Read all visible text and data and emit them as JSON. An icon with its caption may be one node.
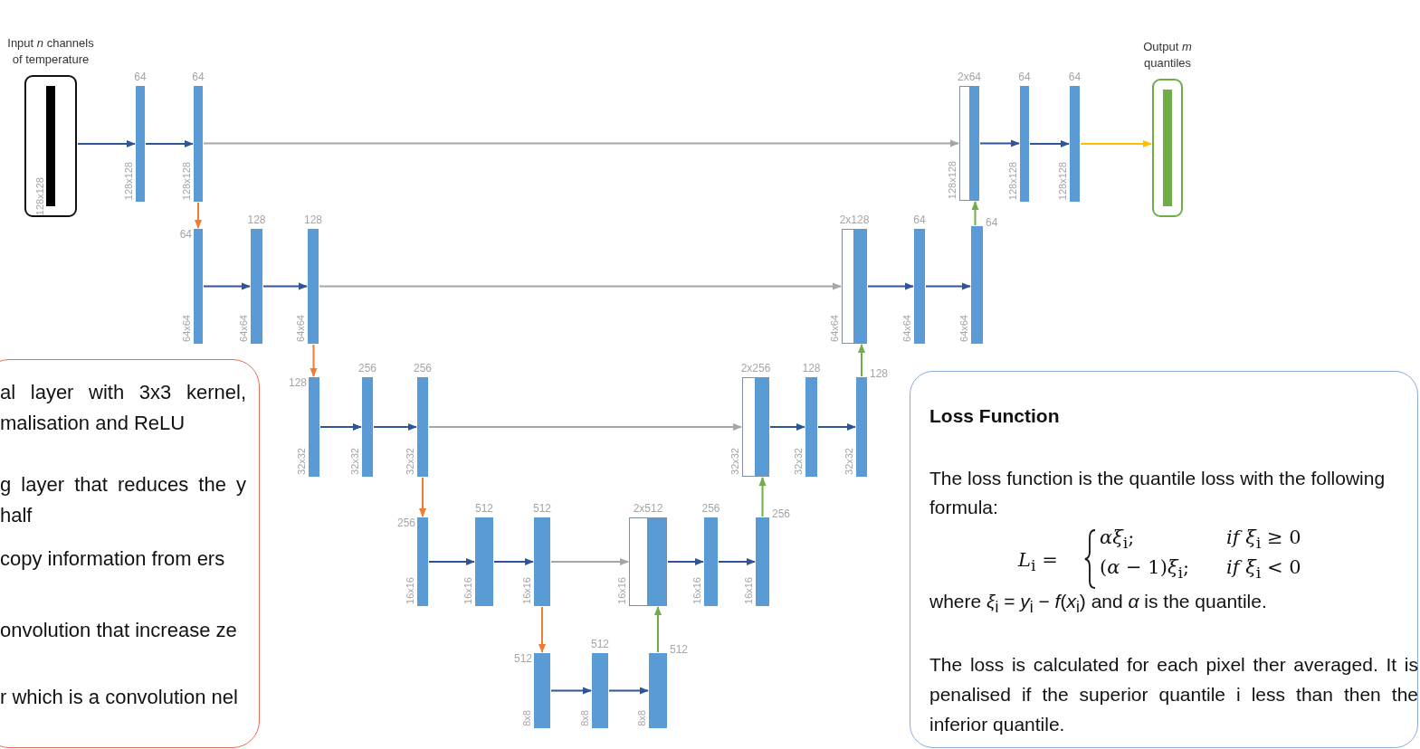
{
  "diagram": {
    "nodes": [
      {
        "text": [
          "Input *n* channels of temperature",
          "128x128"
        ]
      },
      {
        "text": [
          "64"
        ],
        "beside": [
          "128x128"
        ]
      },
      {
        "text": [
          "64"
        ],
        "beside": [
          "128x128"
        ]
      },
      {
        "text": [
          "2x64"
        ],
        "beside": [
          "128x128"
        ]
      },
      {
        "text": [
          "64"
        ],
        "beside": [
          "128x128"
        ]
      },
      {
        "text": [
          "64"
        ],
        "beside": [
          "128x128"
        ]
      },
      {
        "text": [
          "Output *m* quantiles"
        ]
      },
      {
        "text": [
          "64"
        ],
        "beside": [
          "64x64"
        ]
      },
      {
        "text": [
          "128"
        ],
        "beside": [
          "64x64"
        ]
      },
      {
        "text": [
          "128"
        ],
        "beside": [
          "64x64"
        ]
      },
      {
        "text": [
          "2x128"
        ],
        "beside": [
          "64x64"
        ]
      },
      {
        "text": [
          "64"
        ],
        "beside": [
          "64x64"
        ]
      },
      {
        "text": [
          "64"
        ],
        "beside": [
          "64x64"
        ]
      },
      {
        "text": [
          "al layer with 3x3 kernel, malisation and ReLU",
          "g layer that reduces the y half",
          "copy information from ers",
          "onvolution that increase ze",
          "r which is a convolution nel"
        ]
      },
      {
        "text": [
          "128"
        ],
        "beside": [
          "32x32"
        ]
      },
      {
        "text": [
          "256"
        ],
        "beside": [
          "32x32"
        ]
      },
      {
        "text": [
          "256"
        ],
        "beside": [
          "32x32"
        ]
      },
      {
        "text": [
          "2x256"
        ],
        "beside": [
          "32x32"
        ]
      },
      {
        "text": [
          "128"
        ],
        "beside": [
          "32x32"
        ]
      },
      {
        "text": [
          "128"
        ],
        "beside": [
          "32x32"
        ]
      },
      {
        "text": [
          "Loss Function",
          "The loss function is the quantile loss with the following formula:",
          "*L*$_{i}$ =",
          "*αξ*$_{i}$;",
          "*if ξ*$_{i}$ ≥ 0",
          "(*α* − 1)*ξ*$_{i}$;",
          "*if ξ*$_{i}$ < 0",
          "where *ξ*$_{i}$ = *y*$_{i}$ − *f*(*x*$_{i}$) and *α* is the quantile.",
          "The loss is calculated for each pixel ther averaged. It is penalised if the superior quantile i less than then the inferior quantile."
        ]
      },
      {
        "text": [
          "256"
        ],
        "beside": [
          "16x16"
        ]
      },
      {
        "text": [
          "512"
        ],
        "beside": [
          "16x16"
        ]
      },
      {
        "text": [
          "512"
        ],
        "beside": [
          "16x16"
        ]
      },
      {
        "text": [
          "2x512"
        ],
        "beside": [
          "16x16"
        ]
      },
      {
        "text": [
          "256"
        ],
        "beside": [
          "16x16"
        ]
      },
      {
        "text": [
          "256"
        ],
        "beside": [
          "16x16"
        ]
      },
      {
        "text": [
          "512"
        ],
        "beside": [
          "8x8"
        ]
      },
      {
        "text": [
          "512"
        ],
        "beside": [
          "8x8"
        ]
      },
      {
        "text": [
          "512"
        ],
        "beside": [
          "8x8"
        ]
      }
    ],
    "edges": [
      {
        "from": 0,
        "to": 1,
        "arrow": "to"
      },
      {
        "from": 1,
        "to": 2,
        "arrow": "to"
      },
      {
        "from": 2,
        "to": 7,
        "arrow": "to",
        "color": "#ed7d31"
      },
      {
        "from": 7,
        "to": 8,
        "arrow": "to"
      },
      {
        "from": 8,
        "to": 9,
        "arrow": "to"
      },
      {
        "from": 9,
        "to": 14,
        "arrow": "to",
        "color": "#ed7d31"
      },
      {
        "from": 14,
        "to": 15,
        "arrow": "to"
      },
      {
        "from": 15,
        "to": 16,
        "arrow": "to"
      },
      {
        "from": 16,
        "to": 21,
        "arrow": "to",
        "color": "#ed7d31"
      },
      {
        "from": 21,
        "to": 22,
        "arrow": "to"
      },
      {
        "from": 22,
        "to": 23,
        "arrow": "to"
      },
      {
        "from": 23,
        "to": 27,
        "arrow": "to",
        "color": "#ed7d31"
      },
      {
        "from": 27,
        "to": 28,
        "arrow": "to"
      },
      {
        "from": 28,
        "to": 29,
        "arrow": "to"
      },
      {
        "from": 29,
        "to": 24,
        "arrow": "to",
        "color": "#70ad47"
      },
      {
        "from": 23,
        "to": 24,
        "arrow": "to",
        "color": "#a6a6a6"
      },
      {
        "from": 24,
        "to": 25,
        "arrow": "to"
      },
      {
        "from": 25,
        "to": 26,
        "arrow": "to"
      },
      {
        "from": 26,
        "to": 17,
        "arrow": "to",
        "color": "#70ad47"
      },
      {
        "from": 16,
        "to": 17,
        "arrow": "to",
        "color": "#a6a6a6"
      },
      {
        "from": 17,
        "to": 18,
        "arrow": "to"
      },
      {
        "from": 18,
        "to": 19,
        "arrow": "to"
      },
      {
        "from": 19,
        "to": 10,
        "arrow": "to",
        "color": "#70ad47"
      },
      {
        "from": 9,
        "to": 10,
        "arrow": "to",
        "color": "#a6a6a6"
      },
      {
        "from": 10,
        "to": 11,
        "arrow": "to"
      },
      {
        "from": 11,
        "to": 12,
        "arrow": "to"
      },
      {
        "from": 12,
        "to": 3,
        "arrow": "to",
        "color": "#70ad47"
      },
      {
        "from": 2,
        "to": 3,
        "arrow": "to",
        "color": "#a6a6a6"
      },
      {
        "from": 3,
        "to": 4,
        "arrow": "to"
      },
      {
        "from": 4,
        "to": 5,
        "arrow": "to"
      },
      {
        "from": 5,
        "to": 6,
        "arrow": "to",
        "color": "#ffc000"
      }
    ]
  }
}
